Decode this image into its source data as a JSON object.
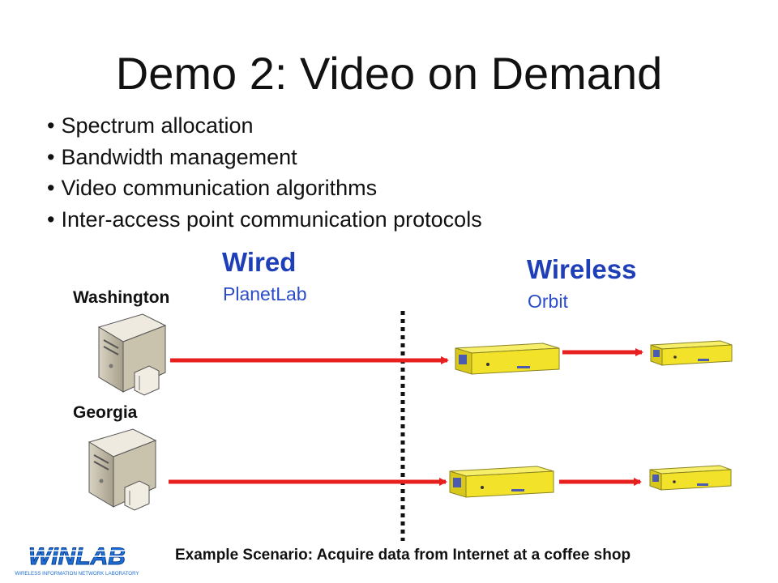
{
  "slide": {
    "title": "Demo 2: Video on Demand",
    "bullets": [
      "Spectrum allocation",
      "Bandwidth management",
      "Video communication algorithms",
      "Inter-access point communication protocols"
    ]
  },
  "diagram": {
    "wired": {
      "label": "Wired",
      "sublabel": "PlanetLab"
    },
    "wireless": {
      "label": "Wireless",
      "sublabel": "Orbit"
    },
    "sites": [
      "Washington",
      "Georgia"
    ],
    "colors": {
      "heading": "#1f3fb8",
      "arrow": "#e81f1f",
      "device": "#f2e22a"
    }
  },
  "footer": {
    "caption": "Example Scenario: Acquire data from Internet at a  coffee shop",
    "logo_text": "WINLAB",
    "logo_subtext": "WIRELESS INFORMATION NETWORK LABORATORY"
  }
}
